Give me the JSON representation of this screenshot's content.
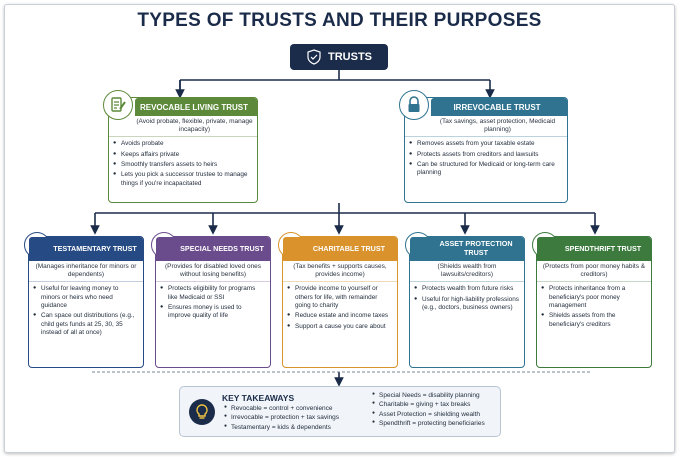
{
  "title": "TYPES OF TRUSTS AND THEIR PURPOSES",
  "root": {
    "label": "TRUSTS",
    "icon": "handshake-shield-icon"
  },
  "colors": {
    "navy": "#1b2c4a",
    "green": "#5d8a3a",
    "teal": "#2f7390",
    "blue": "#264a84",
    "purple": "#6a4b8c",
    "orange": "#d9922c",
    "dkgreen": "#3c7a3e"
  },
  "revocable": {
    "title": "REVOCABLE LIVING TRUST",
    "subtitle": "(Avoid probate, flexible, private, manage incapacity)",
    "icon": "document-pen-icon",
    "points": [
      "Avoids probate",
      "Keeps affairs private",
      "Smoothly transfers assets to heirs",
      "Lets you pick a successor trustee to manage things if you're incapacitated"
    ]
  },
  "irrevocable": {
    "title": "IRREVOCABLE TRUST",
    "subtitle": "(Tax savings, asset protection, Medicaid planning)",
    "icon": "padlock-icon",
    "points": [
      "Removes assets from your taxable estate",
      "Protects assets from creditors and lawsuits",
      "Can be structured for Medicaid or long-term care planning"
    ]
  },
  "cards": [
    {
      "title": "TESTAMENTARY TRUST",
      "subtitle": "(Manages inheritance for minors or dependents)",
      "icon": "courthouse-icon",
      "points": [
        "Useful for leaving money to minors or heirs who need guidance",
        "Can space out distributions (e.g., child gets funds at 25, 30, 35 instead of all at once)"
      ]
    },
    {
      "title": "SPECIAL NEEDS TRUST",
      "subtitle": "(Provides for disabled loved ones without losing benefits)",
      "icon": "wheelchair-icon",
      "points": [
        "Protects eligibility for programs like Medicaid or SSI",
        "Ensures money is used to improve quality of life"
      ]
    },
    {
      "title": "CHARITABLE TRUST",
      "subtitle": "(Tax benefits + supports causes, provides income)",
      "icon": "hand-heart-icon",
      "points": [
        "Provide income to yourself or others for life, with remainder going to charity",
        "Reduce estate and income taxes",
        "Support a cause you care about"
      ]
    },
    {
      "title": "ASSET PROTECTION TRUST",
      "subtitle": "(Shields wealth from lawsuits/creditors)",
      "icon": "shield-check-icon",
      "points": [
        "Protects wealth from future risks",
        "Useful for high-liability professions (e.g., doctors, business owners)"
      ]
    },
    {
      "title": "SPENDTHRIFT TRUST",
      "subtitle": "(Protects from poor money habits & creditors)",
      "icon": "piggy-bank-icon",
      "points": [
        "Protects inheritance from a beneficiary's poor money management",
        "Shields assets from the beneficiary's creditors"
      ]
    }
  ],
  "takeaways": {
    "title": "KEY TAKEAWAYS",
    "icon": "lightbulb-icon",
    "left": [
      "Revocable = control + convenience",
      "Irrevocable = protection + tax savings",
      "Testamentary = kids & dependents"
    ],
    "right": [
      "Special Needs = disability planning",
      "Charitable = giving + tax breaks",
      "Asset Protection = shielding wealth",
      "Spendthrift = protecting beneficiaries"
    ]
  }
}
